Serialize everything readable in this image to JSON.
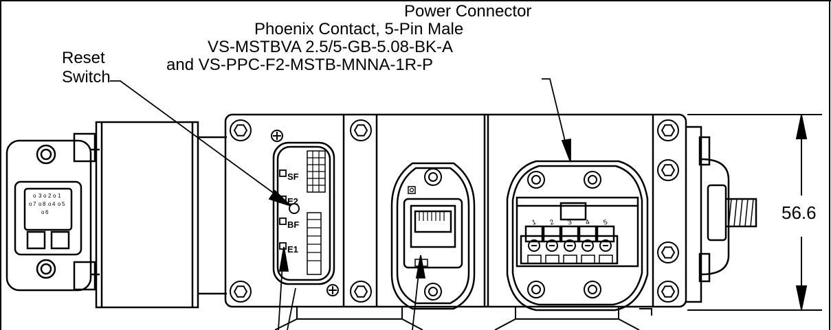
{
  "callouts": {
    "power_connector": {
      "line1": "Power Connector",
      "line2": "Phoenix Contact, 5-Pin Male",
      "line3": "VS-MSTBVA 2.5/5-GB-5.08-BK-A",
      "line4": "and VS-PPC-F2-MSTB-MNNA-1R-P"
    },
    "reset_switch": {
      "line1": "Reset",
      "line2": "Switch"
    }
  },
  "dimension": {
    "height_value": "56.6"
  },
  "leds": {
    "sf": "SF",
    "e2": "E2",
    "bf": "BF",
    "e1": "E1"
  },
  "power_pins": [
    "1",
    "2",
    "3",
    "4",
    "5"
  ],
  "m12_pins": [
    "3",
    "2",
    "1",
    "7",
    "8",
    "4",
    "5",
    "6"
  ],
  "colors": {
    "line": "#000000",
    "background": "#ffffff"
  }
}
